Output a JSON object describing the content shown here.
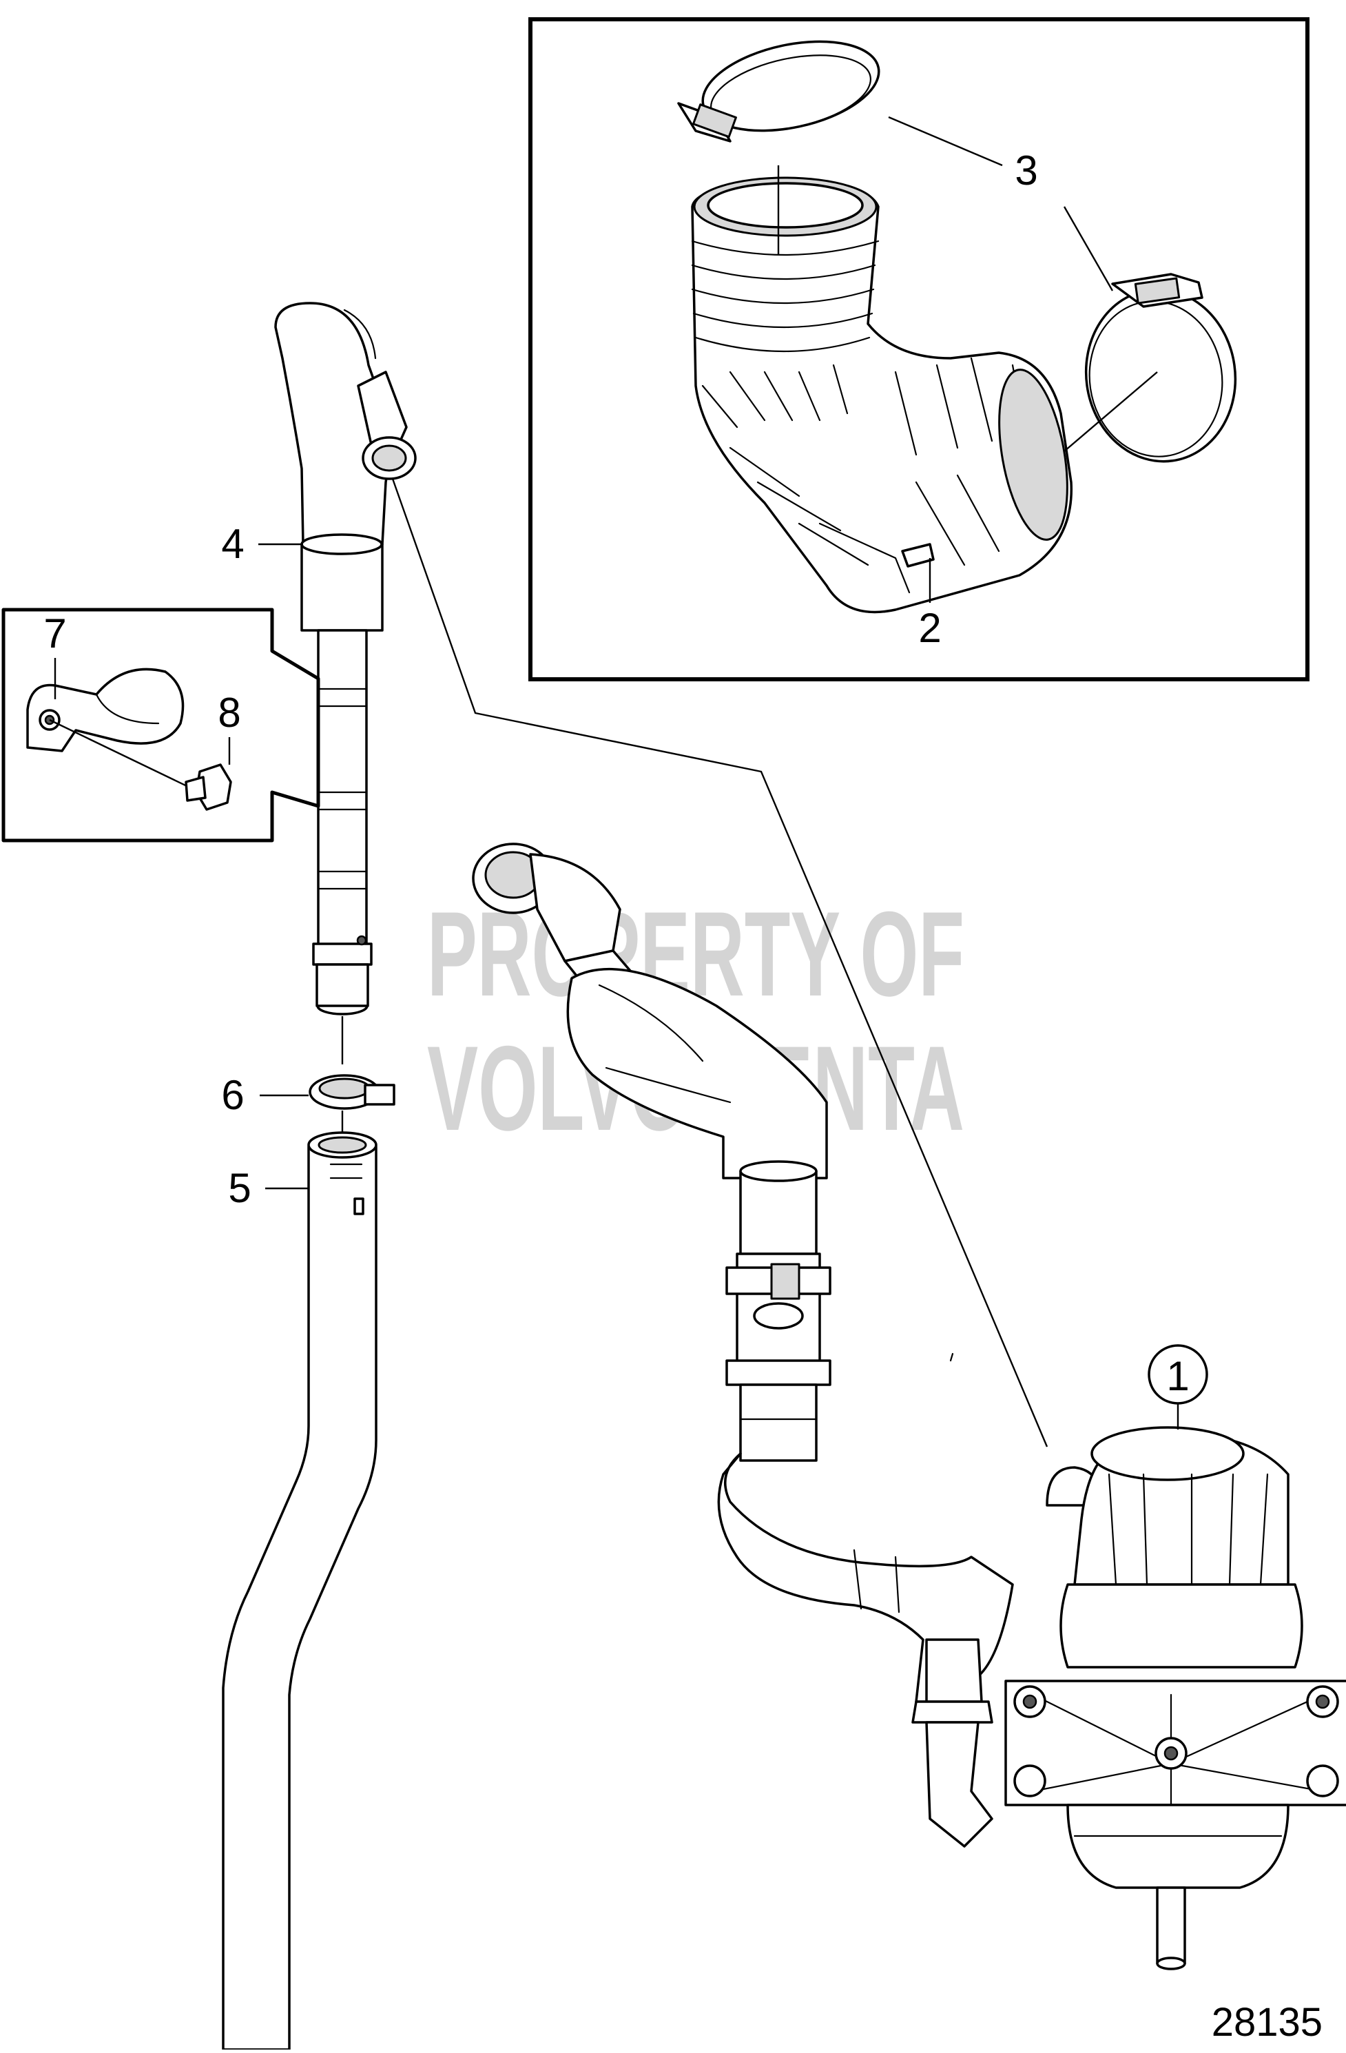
{
  "callouts": {
    "c1": "1",
    "c2": "2",
    "c3": "3",
    "c4": "4",
    "c5": "5",
    "c6": "6",
    "c7": "7",
    "c8": "8"
  },
  "watermark": {
    "line1": "PROPERTY OF",
    "line2": "VOLVO PENTA"
  },
  "figure_number": "28135",
  "colors": {
    "line": "#000000",
    "watermark": "#d4d4d4",
    "background": "#ffffff"
  }
}
